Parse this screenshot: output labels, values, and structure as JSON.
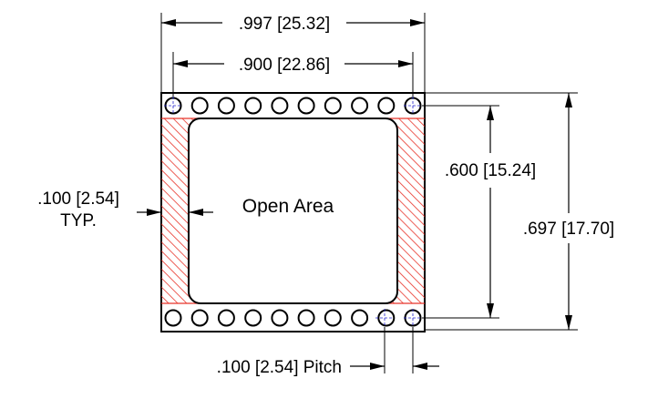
{
  "dimensions": {
    "outer_width": ".997 [25.32]",
    "pin_span_width": ".900 [22.86]",
    "inner_height": ".600 [15.24]",
    "outer_height": ".697 [17.70]",
    "wall_line1": ".100 [2.54]",
    "wall_line2": "TYP.",
    "pitch": ".100 [2.54] Pitch"
  },
  "area_label": "Open Area",
  "pins": {
    "per_row": 10
  },
  "colors": {
    "hatch": "#e8342a",
    "outline": "#000000",
    "centerline": "#2222cc"
  }
}
